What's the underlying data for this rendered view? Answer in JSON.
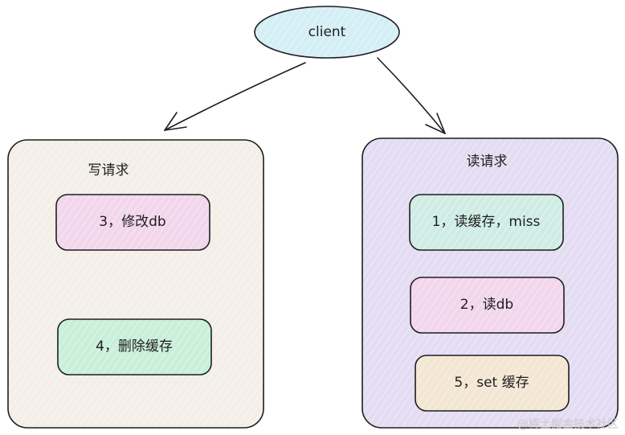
{
  "client": {
    "label": "client",
    "fill": "#d4eef6"
  },
  "write_panel": {
    "title": "写请求",
    "fill": "#f3efe8",
    "items": [
      {
        "label": "3，修改db",
        "fill": "#f2d6ec"
      },
      {
        "label": "4，删除缓存",
        "fill": "#c9efd9"
      }
    ]
  },
  "read_panel": {
    "title": "读请求",
    "fill": "#e3dcf3",
    "items": [
      {
        "label": "1，读缓存，miss",
        "fill": "#cfece4"
      },
      {
        "label": "2，读db",
        "fill": "#f2d6ec"
      },
      {
        "label": "5，set 缓存",
        "fill": "#f3e6d3"
      }
    ]
  },
  "stroke_color": "#1e1e1e",
  "watermark": "@稀土掘金技术社区"
}
